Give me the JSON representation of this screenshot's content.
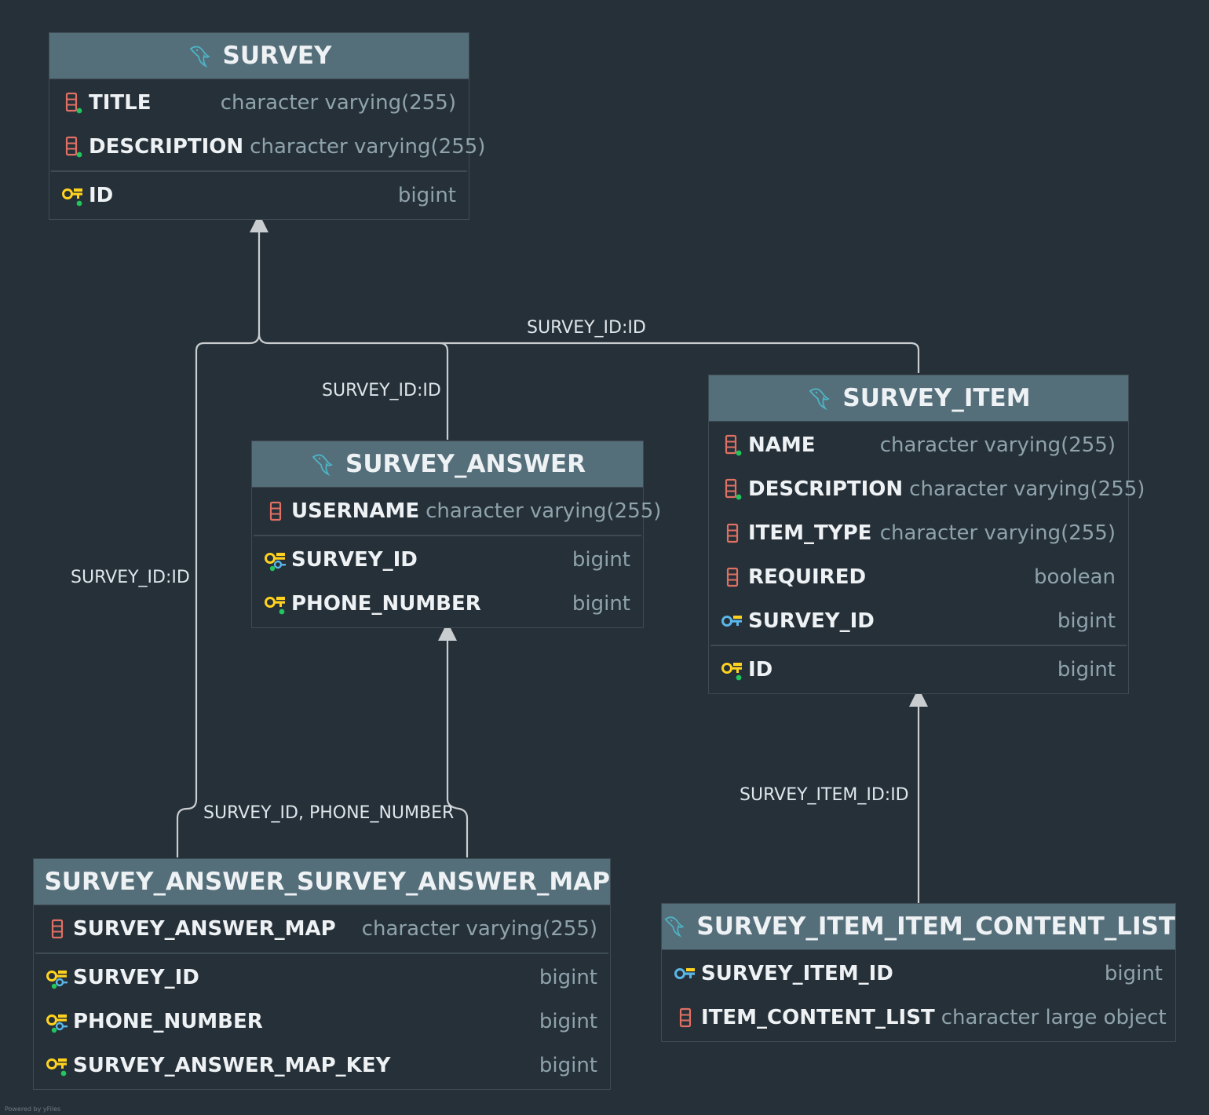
{
  "colors": {
    "background": "#263038",
    "header": "#546e7a",
    "edge": "#c9cdd0",
    "pk": "#ffd21f",
    "fk": "#5ab6e8",
    "column": "#e07063",
    "notnull": "#22c55e"
  },
  "edge_labels": {
    "survey_item_to_survey": "SURVEY_ID:ID",
    "answer_to_survey": "SURVEY_ID:ID",
    "map_to_survey": "SURVEY_ID:ID",
    "map_to_answer": "SURVEY_ID, PHONE_NUMBER",
    "content_to_item": "SURVEY_ITEM_ID:ID"
  },
  "tables": {
    "survey": {
      "name": "SURVEY",
      "columns": [
        {
          "name": "TITLE",
          "type": "character varying(255)",
          "icon": "column-notnull-icon"
        },
        {
          "name": "DESCRIPTION",
          "type": "character varying(255)",
          "icon": "column-notnull-icon"
        }
      ],
      "keys": [
        {
          "name": "ID",
          "type": "bigint",
          "icon": "primary-key-icon"
        }
      ]
    },
    "survey_answer": {
      "name": "SURVEY_ANSWER",
      "columns": [
        {
          "name": "USERNAME",
          "type": "character varying(255)",
          "icon": "column-icon"
        }
      ],
      "keys": [
        {
          "name": "SURVEY_ID",
          "type": "bigint",
          "icon": "primary-foreign-key-icon"
        },
        {
          "name": "PHONE_NUMBER",
          "type": "bigint",
          "icon": "primary-key-icon"
        }
      ]
    },
    "survey_item": {
      "name": "SURVEY_ITEM",
      "columns": [
        {
          "name": "NAME",
          "type": "character varying(255)",
          "icon": "column-notnull-icon"
        },
        {
          "name": "DESCRIPTION",
          "type": "character varying(255)",
          "icon": "column-notnull-icon"
        },
        {
          "name": "ITEM_TYPE",
          "type": "character varying(255)",
          "icon": "column-icon"
        },
        {
          "name": "REQUIRED",
          "type": "boolean",
          "icon": "column-icon"
        },
        {
          "name": "SURVEY_ID",
          "type": "bigint",
          "icon": "foreign-key-icon"
        }
      ],
      "keys": [
        {
          "name": "ID",
          "type": "bigint",
          "icon": "primary-key-icon"
        }
      ]
    },
    "survey_answer_survey_answer_map": {
      "name": "SURVEY_ANSWER_SURVEY_ANSWER_MAP",
      "columns": [
        {
          "name": "SURVEY_ANSWER_MAP",
          "type": "character varying(255)",
          "icon": "column-icon"
        }
      ],
      "keys": [
        {
          "name": "SURVEY_ID",
          "type": "bigint",
          "icon": "primary-foreign-key-icon"
        },
        {
          "name": "PHONE_NUMBER",
          "type": "bigint",
          "icon": "primary-foreign-key-icon"
        },
        {
          "name": "SURVEY_ANSWER_MAP_KEY",
          "type": "bigint",
          "icon": "primary-key-icon"
        }
      ]
    },
    "survey_item_item_content_list": {
      "name": "SURVEY_ITEM_ITEM_CONTENT_LIST",
      "columns": [
        {
          "name": "SURVEY_ITEM_ID",
          "type": "bigint",
          "icon": "foreign-key-icon"
        },
        {
          "name": "ITEM_CONTENT_LIST",
          "type": "character large object",
          "icon": "column-icon"
        }
      ],
      "keys": []
    }
  },
  "footer": "Powered by yFiles"
}
